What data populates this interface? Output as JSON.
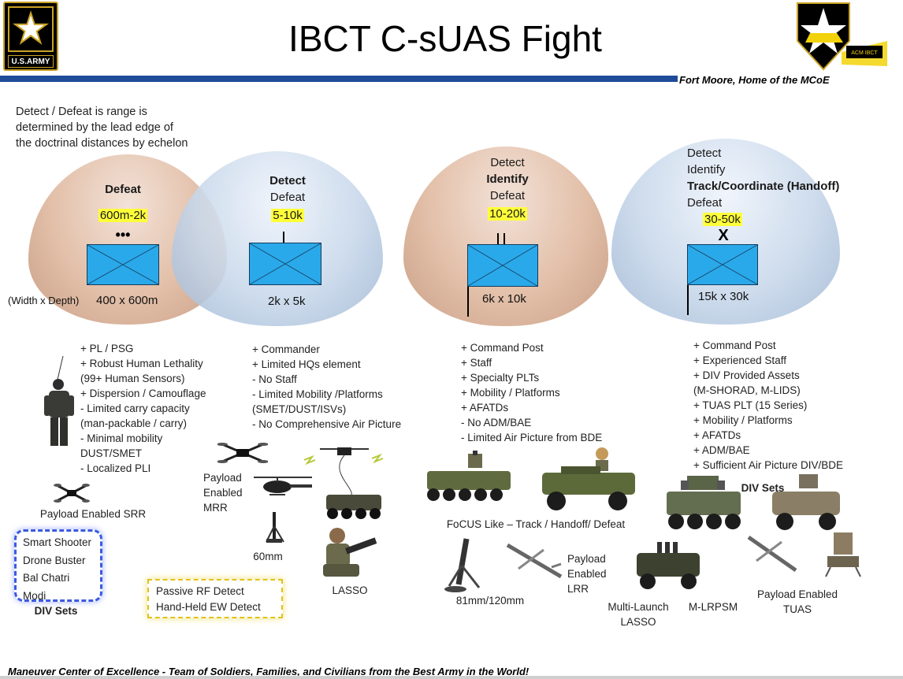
{
  "header": {
    "title": "IBCT C-sUAS Fight",
    "logo_text": "U.S.ARMY",
    "subtitle": "Fort Moore, Home of the MCoE",
    "crest_text": "ACM IBCT"
  },
  "intro": {
    "lines": [
      "Detect / Defeat is range is",
      "determined by the lead edge of",
      "the doctrinal distances by echelon"
    ]
  },
  "domes": [
    {
      "lines": [
        "Defeat"
      ],
      "bold": [
        0
      ],
      "range": "600m-2k",
      "echelon": "•••",
      "dimension": "400 x 600m",
      "dimension_prefix": "(Width x Depth)"
    },
    {
      "lines": [
        "Detect",
        "Defeat"
      ],
      "bold": [
        0
      ],
      "range": "5-10k",
      "echelon": "I",
      "dimension": "2k x 5k"
    },
    {
      "lines": [
        "Detect",
        "Identify",
        "Defeat"
      ],
      "bold": [
        1
      ],
      "range": "10-20k",
      "echelon": "II",
      "dimension": "6k x 10k"
    },
    {
      "lines": [
        "Detect",
        "Identify",
        "Track/Coordinate (Handoff)",
        "Defeat"
      ],
      "bold": [
        2
      ],
      "range": "30-50k",
      "echelon": "X",
      "dimension": "15k x 30k"
    }
  ],
  "lists": {
    "platoon": [
      "+ PL / PSG",
      "+ Robust Human Lethality",
      "(99+ Human Sensors)",
      "+ Dispersion / Camouflage",
      "- Limited carry capacity",
      "(man-packable / carry)",
      "- Minimal mobility",
      "DUST/SMET",
      "- Localized PLI"
    ],
    "company": [
      "+ Commander",
      "+ Limited HQs element",
      "- No Staff",
      "- Limited Mobility /Platforms",
      "(SMET/DUST/ISVs)",
      "- No Comprehensive Air Picture"
    ],
    "battalion": [
      "+ Command Post",
      "+ Staff",
      "+ Specialty PLTs",
      "+ Mobility / Platforms",
      "+ AFATDs",
      "- No ADM/BAE",
      "- Limited Air Picture from BDE"
    ],
    "brigade": [
      "+ Command Post",
      "+ Experienced Staff",
      "+ DIV Provided Assets",
      "(M-SHORAD, M-LIDS)",
      "+ TUAS PLT (15 Series)",
      "+ Mobility / Platforms",
      "+ AFATDs",
      "+ ADM/BAE",
      "+ Sufficient Air Picture DIV/BDE"
    ]
  },
  "captions": {
    "srr": "Payload Enabled SRR",
    "mrr": [
      "Payload",
      "Enabled",
      "MRR"
    ],
    "mortar60": "60mm",
    "lasso": "LASSO",
    "focus": "FoCUS Like – Track / Handoff/ Defeat",
    "mortar81": "81mm/120mm",
    "lrr": [
      "Payload",
      "Enabled",
      "LRR"
    ],
    "ml_lasso": [
      "Multi-Launch",
      "LASSO"
    ],
    "mlrpsm": "M-LRPSM",
    "tuas": [
      "Payload Enabled",
      "TUAS"
    ],
    "div_sets_top": "DIV Sets",
    "div_sets_bottom": "DIV Sets"
  },
  "div_sets_box": [
    "Smart Shooter",
    "Drone Buster",
    "Bal Chatri",
    "Modi"
  ],
  "ew_box": [
    "Passive RF Detect",
    "Hand-Held EW Detect"
  ],
  "footer": "Maneuver Center of Excellence - Team of Soldiers, Families, and Civilians from the Best Army in the World!",
  "colors": {
    "header_rule": "#1f4b99",
    "unit_box": "#2aa9ea",
    "highlight": "#ffff3a",
    "div_sets_border": "#3b5ae0",
    "ew_border": "#e1c21a"
  }
}
